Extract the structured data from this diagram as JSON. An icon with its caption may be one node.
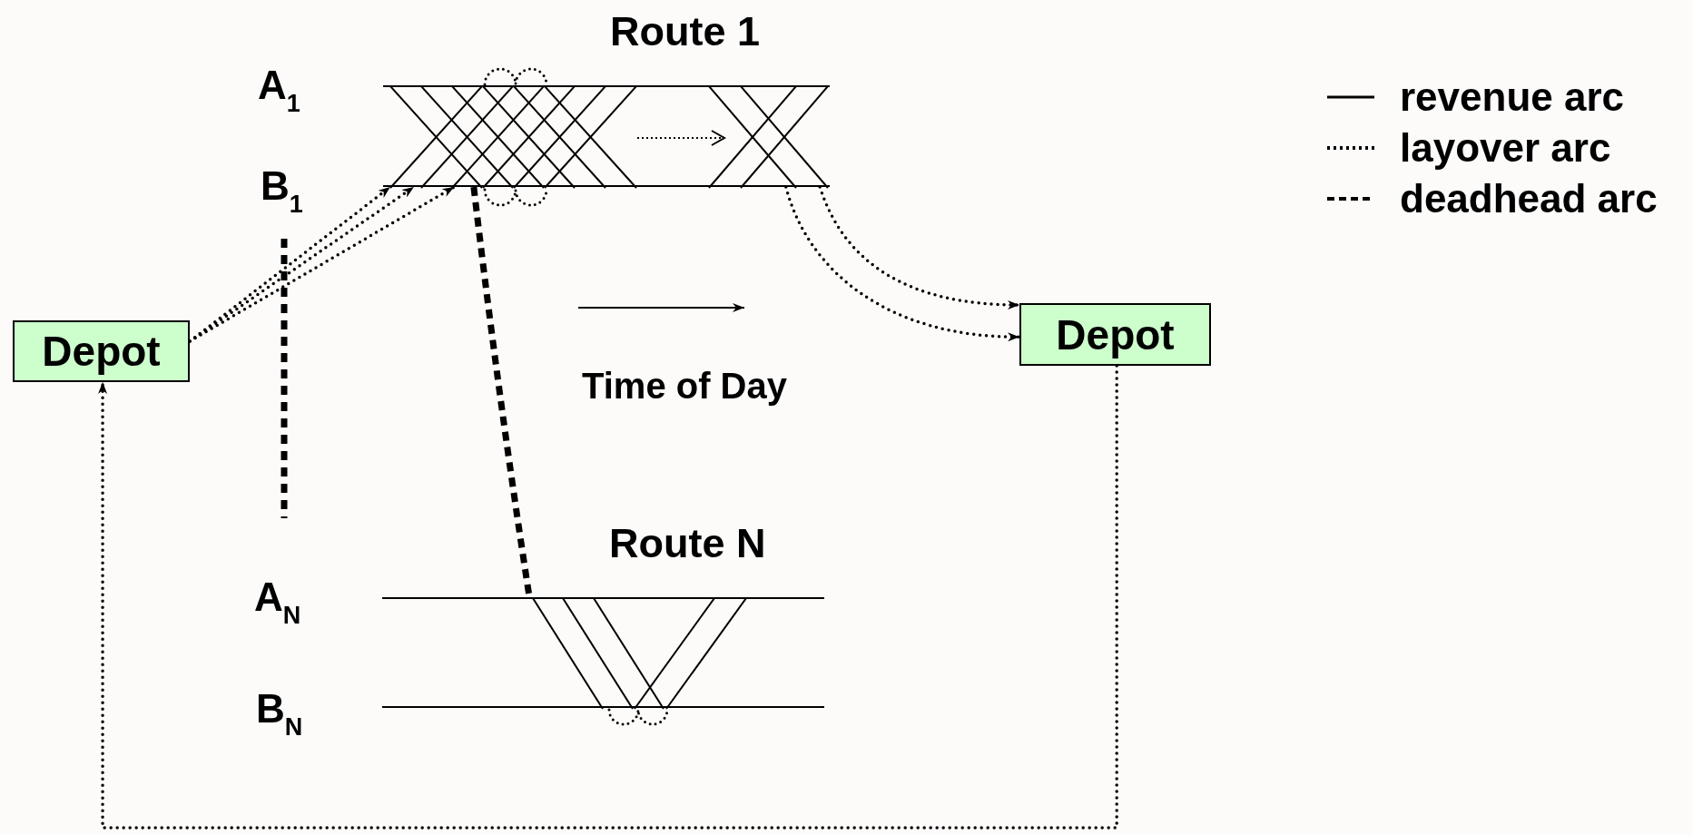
{
  "diagram": {
    "nodes": [
      {
        "text": [
          "Depot"
        ]
      },
      {
        "text": [
          "Depot"
        ]
      },
      {
        "text": [
          "Route 1"
        ],
        "beside": [
          "A$_{1}$",
          "B$_{1}$"
        ]
      },
      {
        "text": [
          "Route N"
        ],
        "beside": [
          "A$_{N}$",
          "B$_{N}$"
        ]
      }
    ],
    "edges": [
      {
        "from": 0,
        "to": 2,
        "arrow": "to"
      },
      {
        "from": 0,
        "to": 2,
        "arrow": "to"
      },
      {
        "from": 0,
        "to": 2,
        "arrow": "to"
      },
      {
        "from": 2,
        "to": 1,
        "arrow": "to"
      },
      {
        "from": 2,
        "to": 1,
        "arrow": "to"
      },
      {
        "from": 1,
        "to": 0,
        "arrow": "to"
      },
      {
        "from": 2,
        "to": 3,
        "arrow": "none",
        "style": "dashed"
      }
    ],
    "labels": [
      "Time of Day"
    ],
    "legend": [
      {
        "text": "revenue arc"
      },
      {
        "text": "layover arc"
      },
      {
        "text": "deadhead arc"
      }
    ]
  }
}
